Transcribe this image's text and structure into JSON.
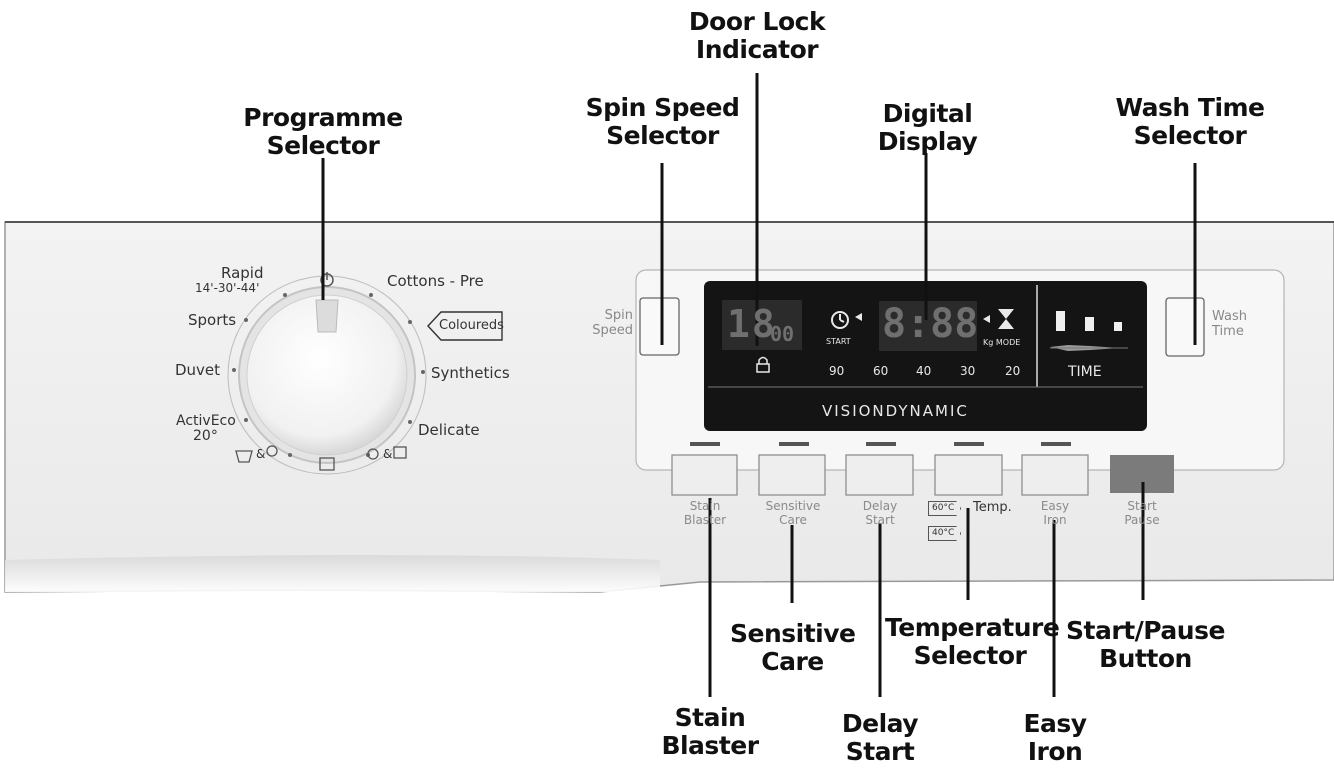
{
  "callouts": {
    "door_lock": [
      "Door Lock",
      "Indicator"
    ],
    "programme": [
      "Programme",
      "Selector"
    ],
    "spin_speed": [
      "Spin Speed",
      "Selector"
    ],
    "digital_display": [
      "Digital",
      "Display"
    ],
    "wash_time": [
      "Wash Time",
      "Selector"
    ],
    "sensitive_care": [
      "Sensitive",
      "Care"
    ],
    "temperature": [
      "Temperature",
      "Selector"
    ],
    "start_pause": [
      "Start/Pause",
      "Button"
    ],
    "stain_blaster": [
      "Stain",
      "Blaster"
    ],
    "delay_start": [
      "Delay",
      "Start"
    ],
    "easy_iron": [
      "Easy",
      "Iron"
    ]
  },
  "dial": {
    "rapid": "Rapid",
    "rapid_times": "14'-30'-44'",
    "cottons_pre": "Cottons - Pre",
    "sports": "Sports",
    "coloureds": "Coloureds",
    "duvet": "Duvet",
    "synthetics": "Synthetics",
    "activeco": "ActivEco",
    "activeco_temp": "20°",
    "delicate": "Delicate",
    "amp1": "&",
    "amp2": "&"
  },
  "side": {
    "spin": [
      "Spin",
      "Speed"
    ],
    "wash": [
      "Wash",
      "Time"
    ]
  },
  "display": {
    "spin_digits": "18",
    "spin_small": "00",
    "start": "START",
    "time_digits": "8:88",
    "kg_mode": "Kg MODE",
    "temps": [
      "90",
      "60",
      "40",
      "30",
      "20"
    ],
    "time_label": "TIME",
    "brand": "VISIONDYNAMIC"
  },
  "buttons": {
    "stain_blaster": [
      "Stain",
      "Blaster"
    ],
    "sensitive_care": [
      "Sensitive",
      "Care"
    ],
    "delay_start": [
      "Delay",
      "Start"
    ],
    "temp_word": "Temp.",
    "temp_60": "60°C",
    "temp_40": "40°C",
    "easy_iron": [
      "Easy",
      "Iron"
    ],
    "start_pause": [
      "Start",
      "Pause"
    ]
  }
}
